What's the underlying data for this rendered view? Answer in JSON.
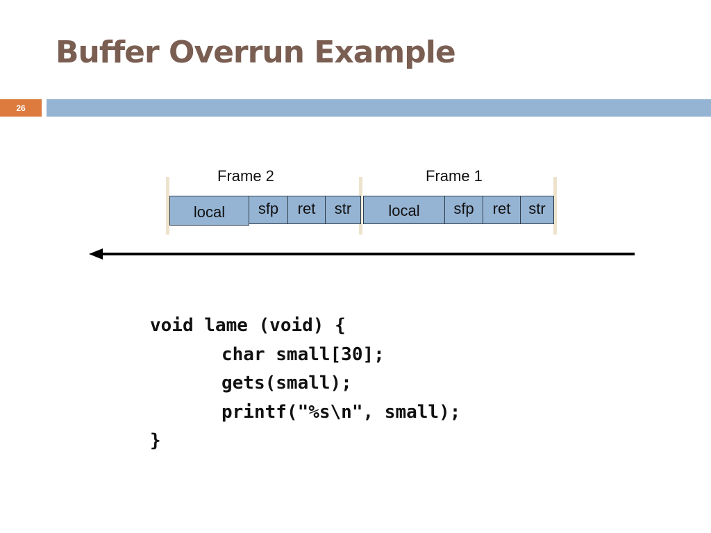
{
  "slide": {
    "title": "Buffer Overrun Example",
    "number": "26"
  },
  "diagram": {
    "frames": [
      {
        "label": "Frame 2",
        "cells": [
          "local",
          "sfp",
          "ret",
          "str"
        ]
      },
      {
        "label": "Frame 1",
        "cells": [
          "local",
          "sfp",
          "ret",
          "str"
        ]
      }
    ],
    "arrow_direction": "left"
  },
  "code": {
    "lines": [
      "void lame (void) {",
      "char small[30];",
      "gets(small);",
      "printf(\"%s\\n\", small);",
      "}"
    ]
  },
  "colors": {
    "title": "#7a5e52",
    "accent_orange": "#dd7b3f",
    "accent_blue": "#95b3d3",
    "separator": "#ede3cd"
  }
}
